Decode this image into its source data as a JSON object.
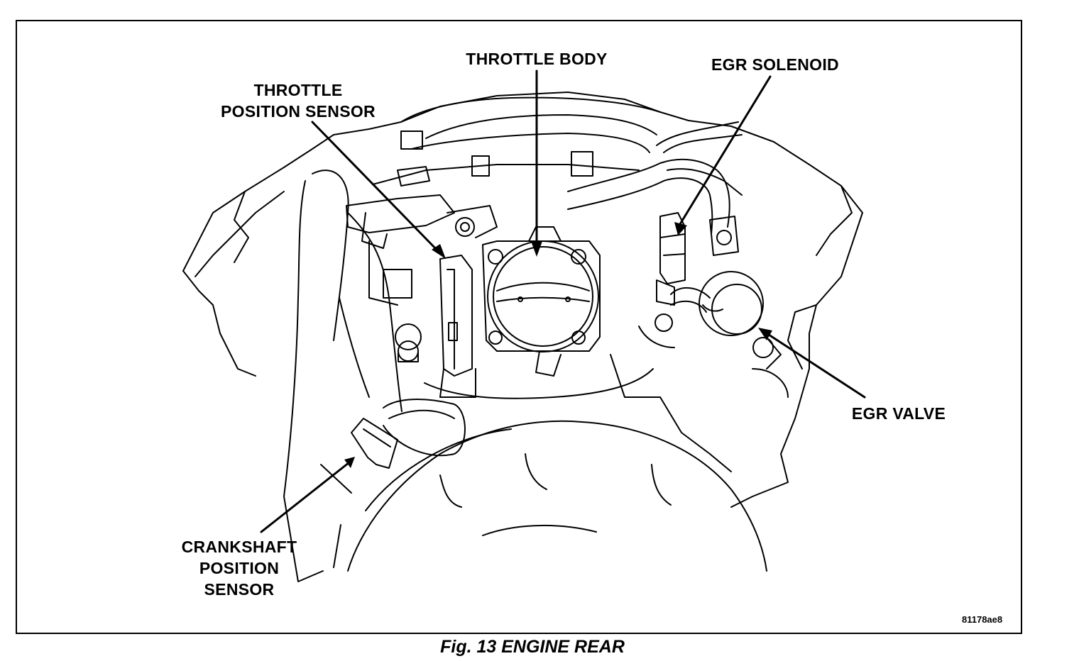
{
  "labels": {
    "throttle_body": "THROTTLE BODY",
    "egr_solenoid": "EGR SOLENOID",
    "tps_line1": "THROTTLE",
    "tps_line2": "POSITION SENSOR",
    "egr_valve": "EGR VALVE",
    "ckp_line1": "CRANKSHAFT",
    "ckp_line2": "POSITION",
    "ckp_line3": "SENSOR"
  },
  "reference_code": "81178ae8",
  "caption": "Fig. 13 ENGINE REAR"
}
